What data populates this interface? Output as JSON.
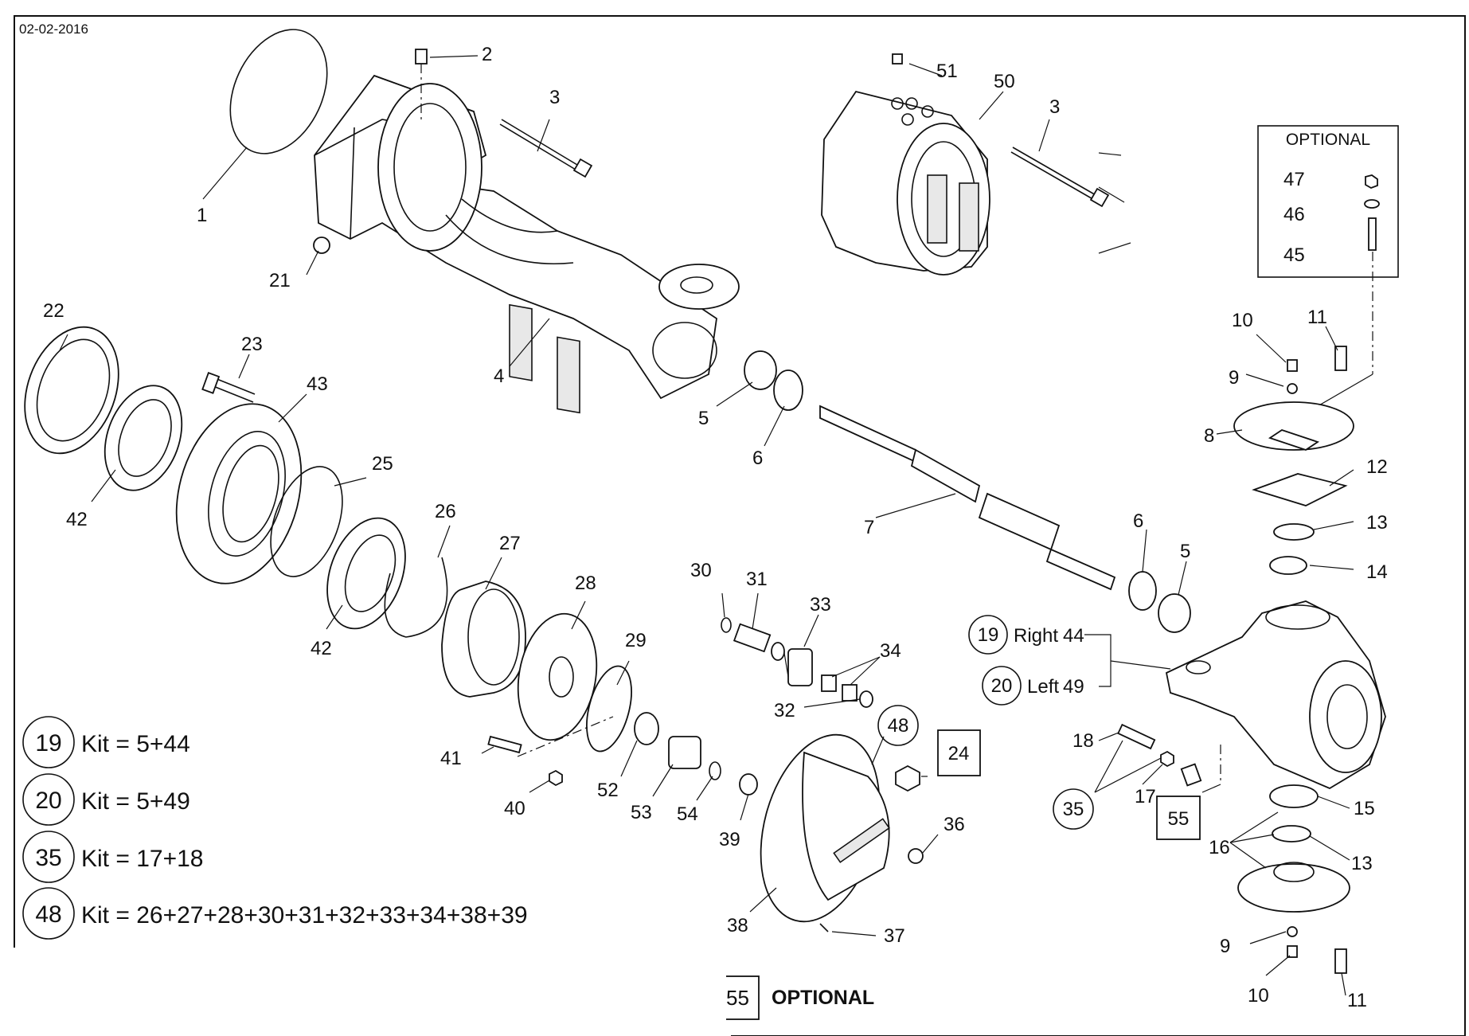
{
  "header": {
    "date": "02-02-2016"
  },
  "callouts": [
    {
      "id": "c1",
      "label": "1"
    },
    {
      "id": "c2",
      "label": "2"
    },
    {
      "id": "c3a",
      "label": "3"
    },
    {
      "id": "c3b",
      "label": "3"
    },
    {
      "id": "c4",
      "label": "4"
    },
    {
      "id": "c5a",
      "label": "5"
    },
    {
      "id": "c5b",
      "label": "5"
    },
    {
      "id": "c6a",
      "label": "6"
    },
    {
      "id": "c6b",
      "label": "6"
    },
    {
      "id": "c7",
      "label": "7"
    },
    {
      "id": "c8",
      "label": "8"
    },
    {
      "id": "c9a",
      "label": "9"
    },
    {
      "id": "c9b",
      "label": "9"
    },
    {
      "id": "c10a",
      "label": "10"
    },
    {
      "id": "c10b",
      "label": "10"
    },
    {
      "id": "c11a",
      "label": "11"
    },
    {
      "id": "c11b",
      "label": "11"
    },
    {
      "id": "c12",
      "label": "12"
    },
    {
      "id": "c13a",
      "label": "13"
    },
    {
      "id": "c13b",
      "label": "13"
    },
    {
      "id": "c14",
      "label": "14"
    },
    {
      "id": "c15",
      "label": "15"
    },
    {
      "id": "c16",
      "label": "16"
    },
    {
      "id": "c17",
      "label": "17"
    },
    {
      "id": "c18",
      "label": "18"
    },
    {
      "id": "c21",
      "label": "21"
    },
    {
      "id": "c22",
      "label": "22"
    },
    {
      "id": "c23",
      "label": "23"
    },
    {
      "id": "c25",
      "label": "25"
    },
    {
      "id": "c26",
      "label": "26"
    },
    {
      "id": "c27",
      "label": "27"
    },
    {
      "id": "c28",
      "label": "28"
    },
    {
      "id": "c29",
      "label": "29"
    },
    {
      "id": "c30",
      "label": "30"
    },
    {
      "id": "c31",
      "label": "31"
    },
    {
      "id": "c32",
      "label": "32"
    },
    {
      "id": "c33",
      "label": "33"
    },
    {
      "id": "c34",
      "label": "34"
    },
    {
      "id": "c36",
      "label": "36"
    },
    {
      "id": "c37",
      "label": "37"
    },
    {
      "id": "c38",
      "label": "38"
    },
    {
      "id": "c39",
      "label": "39"
    },
    {
      "id": "c40",
      "label": "40"
    },
    {
      "id": "c41",
      "label": "41"
    },
    {
      "id": "c42a",
      "label": "42"
    },
    {
      "id": "c42b",
      "label": "42"
    },
    {
      "id": "c43",
      "label": "43"
    },
    {
      "id": "c44",
      "label": "44"
    },
    {
      "id": "c45",
      "label": "45"
    },
    {
      "id": "c46",
      "label": "46"
    },
    {
      "id": "c47",
      "label": "47"
    },
    {
      "id": "c49",
      "label": "49"
    },
    {
      "id": "c50",
      "label": "50"
    },
    {
      "id": "c51",
      "label": "51"
    },
    {
      "id": "c52",
      "label": "52"
    },
    {
      "id": "c53",
      "label": "53"
    },
    {
      "id": "c54",
      "label": "54"
    }
  ],
  "circled": [
    {
      "id": "k19",
      "label": "19"
    },
    {
      "id": "k20",
      "label": "20"
    },
    {
      "id": "k35",
      "label": "35"
    },
    {
      "id": "k48",
      "label": "48"
    },
    {
      "id": "r19",
      "label": "19"
    },
    {
      "id": "r20",
      "label": "20"
    },
    {
      "id": "r35",
      "label": "35"
    },
    {
      "id": "r48",
      "label": "48"
    }
  ],
  "boxed": [
    {
      "id": "b24",
      "label": "24"
    },
    {
      "id": "b55",
      "label": "55"
    },
    {
      "id": "b55legend",
      "label": "55"
    }
  ],
  "side_labels": {
    "right": "Right",
    "left": "Left"
  },
  "optional_box": {
    "title": "OPTIONAL"
  },
  "legend": {
    "optional_text": "OPTIONAL"
  },
  "kits": [
    {
      "num": "19",
      "text": "Kit = 5+44"
    },
    {
      "num": "20",
      "text": "Kit = 5+49"
    },
    {
      "num": "35",
      "text": "Kit = 17+18"
    },
    {
      "num": "48",
      "text": "Kit = 26+27+28+30+31+32+33+34+38+39"
    }
  ]
}
